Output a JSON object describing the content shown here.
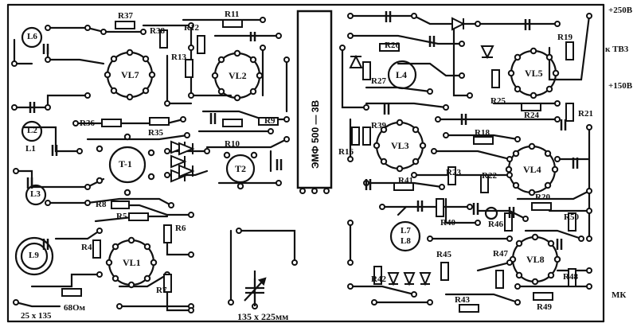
{
  "board": {
    "module_label": "ЭМФ 500 — 3В",
    "size_label": "135 х 225мм",
    "corner_size_label": "25 х 135",
    "resistor_value_label": "68Ом"
  },
  "terminals": {
    "plus250": "+250В",
    "tv3": "к ТВ3",
    "plus150": "+150В",
    "mk": "МК"
  },
  "tubes": [
    "VL7",
    "VL2",
    "VL1",
    "L4",
    "VL5",
    "VL3",
    "VL4",
    "VL8",
    "T2",
    "T-1"
  ],
  "coils": [
    "L6",
    "L2",
    "L1",
    "L3",
    "L9",
    "L7",
    "L8"
  ],
  "resistors": [
    "R37",
    "R38",
    "R12",
    "R11",
    "R13",
    "R36",
    "R35",
    "R10",
    "R9",
    "R8",
    "R5",
    "R6",
    "R4",
    "R7",
    "R26",
    "R27",
    "R19",
    "R25",
    "R24",
    "R21",
    "R39",
    "R16",
    "R18",
    "R23",
    "R22",
    "R41",
    "R20",
    "R50",
    "R40",
    "R46",
    "R45",
    "R47",
    "R42",
    "R48",
    "R43",
    "R49"
  ]
}
